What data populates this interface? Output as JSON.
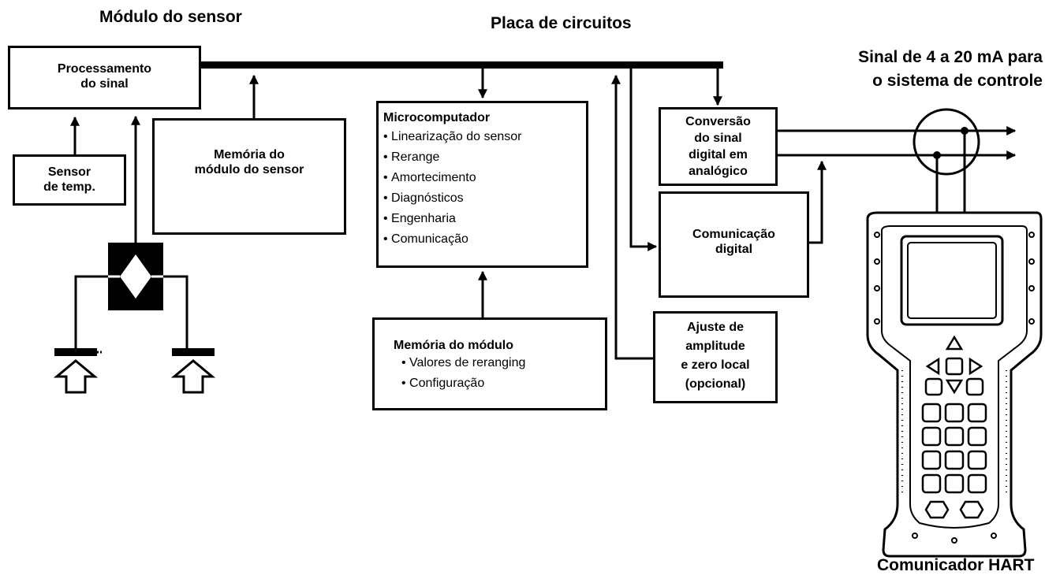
{
  "headings": {
    "sensor_module": "Módulo do sensor",
    "circuit_board": "Placa de circuitos",
    "signal_line1": "Sinal de 4 a 20 mA para",
    "signal_line2": "o sistema de controle",
    "hart": "Comunicador HART"
  },
  "boxes": {
    "signal_processing": [
      "Processamento",
      "do sinal"
    ],
    "temp_sensor": [
      "Sensor",
      "de temp."
    ],
    "sensor_memory": [
      "Memória do",
      "módulo do sensor"
    ],
    "micro_title": "Microcomputador",
    "micro_items": [
      "Linearização do sensor",
      "Rerange",
      "Amortecimento",
      "Diagnósticos",
      "Engenharia",
      "Comunicação"
    ],
    "module_memory_title": "Memória do módulo",
    "module_memory_items": [
      "Valores de reranging",
      "Configuração"
    ],
    "dac": [
      "Conversão",
      "do sinal",
      "digital em",
      "analógico"
    ],
    "digital_comm": [
      "Comunicação",
      "digital"
    ],
    "local_adjust": [
      "Ajuste de",
      "amplitude",
      "e zero local",
      "(opcional)"
    ]
  },
  "colors": {
    "line": "#000000",
    "fill": "#ffffff"
  }
}
